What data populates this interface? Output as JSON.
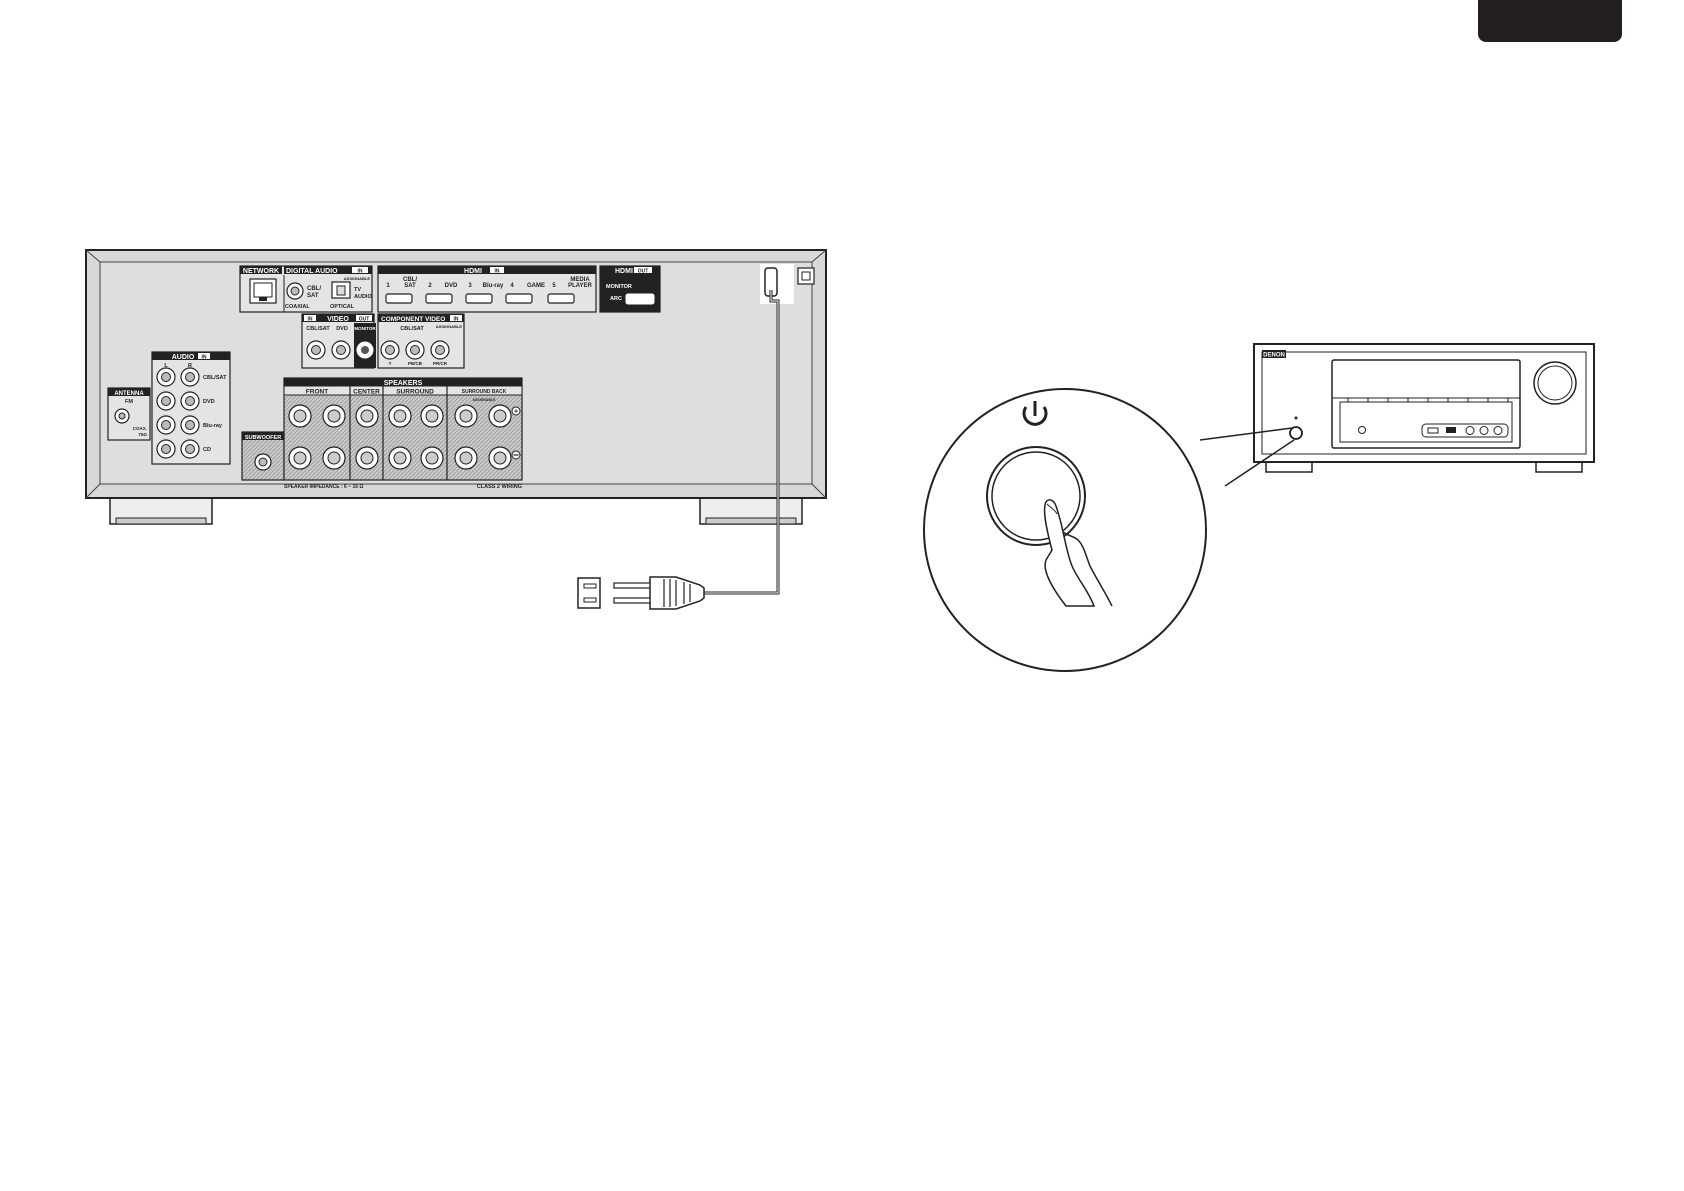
{
  "rear_panel": {
    "network": "NETWORK",
    "digital_audio": "DIGITAL AUDIO",
    "in": "IN",
    "out": "OUT",
    "assignable": "ASSIGNABLE",
    "cbl_sat": "CBL/SAT",
    "cbl_sat_short": "CBL/",
    "sat": "SAT",
    "tv_audio_1": "TV",
    "tv_audio_2": "AUDIO",
    "coaxial": "COAXIAL",
    "optical": "OPTICAL",
    "hdmi": "HDMI",
    "hdmi_in_labels": [
      "1",
      "2",
      "DVD",
      "3",
      "Blu-ray",
      "4",
      "GAME",
      "5"
    ],
    "media_player_1": "MEDIA",
    "media_player_2": "PLAYER",
    "monitor": "MONITOR",
    "arc": "ARC",
    "video": "VIDEO",
    "dvd": "DVD",
    "component_video": "COMPONENT VIDEO",
    "comp_y": "Y",
    "comp_pb": "PB/CB",
    "comp_pr": "PR/CR",
    "audio": "AUDIO",
    "audio_l": "L",
    "audio_r": "R",
    "audio_inputs": [
      "CBL/SAT",
      "DVD",
      "Blu-ray",
      "CD"
    ],
    "antenna": "ANTENNA",
    "fm": "FM",
    "coax_1": "COAX.",
    "coax_2": "75Ω",
    "speakers": "SPEAKERS",
    "front": "FRONT",
    "center": "CENTER",
    "surround": "SURROUND",
    "surround_back": "SURROUND BACK",
    "subwoofer": "SUBWOOFER",
    "impedance": "SPEAKER IMPEDANCE : 6 ~ 16 Ω",
    "class2": "CLASS 2 WIRING"
  },
  "front_panel": {
    "brand": "DENON"
  },
  "icons": {
    "power": "power-icon",
    "plug": "ac-plug-icon",
    "outlet": "wall-outlet-icon",
    "hand": "pointing-hand-icon"
  },
  "colors": {
    "line": "#222222",
    "panel": "#dcdcdc",
    "tab": "#231f20"
  }
}
